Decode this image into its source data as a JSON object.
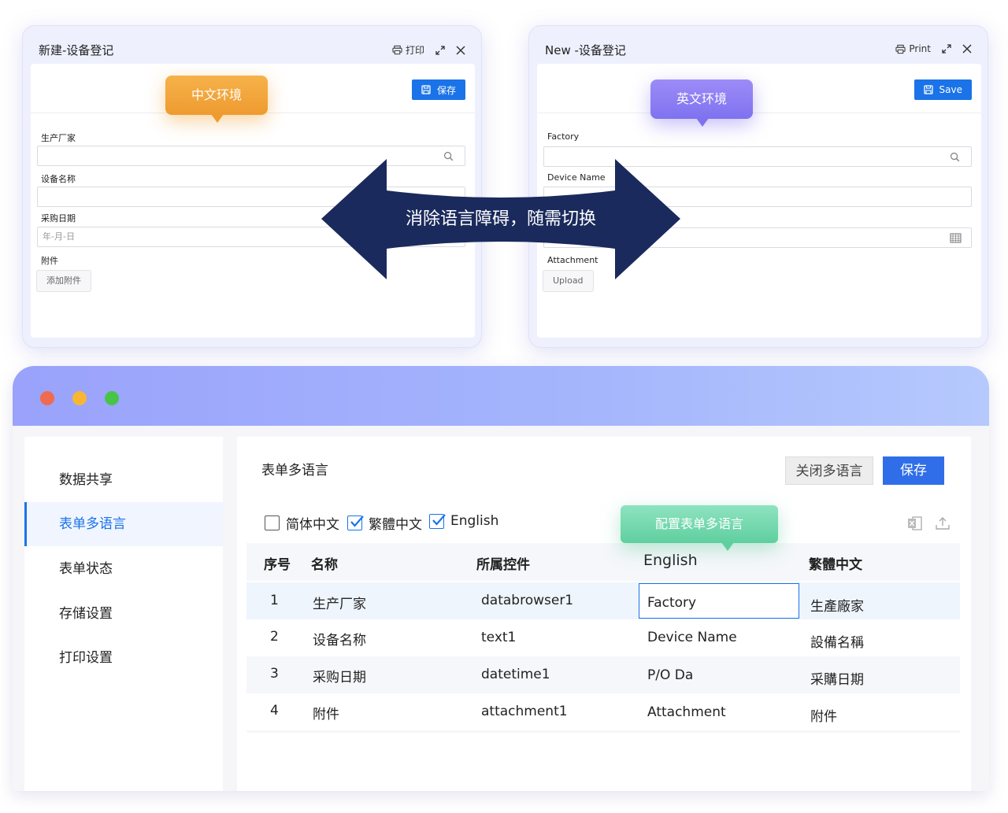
{
  "cn_dialog": {
    "title": "新建-设备登记",
    "print": "打印",
    "save": "保存",
    "tag": "中文环境",
    "fields": [
      "生产厂家",
      "设备名称",
      "采购日期",
      "附件"
    ],
    "date_placeholder": "年-月-日",
    "upload": "添加附件"
  },
  "en_dialog": {
    "title": "New -设备登记",
    "print": "Print",
    "save": "Save",
    "tag": "英文环境",
    "fields": [
      "Factory",
      "Device Name",
      "Attachment"
    ],
    "upload": "Upload"
  },
  "arrow_text": "消除语言障碍，随需切换",
  "sidebar": {
    "items": [
      "数据共享",
      "表单多语言",
      "表单状态",
      "存储设置",
      "打印设置"
    ],
    "active_index": 1
  },
  "panel": {
    "title": "表单多语言",
    "close_button": "关闭多语言",
    "save_button": "保存",
    "languages": [
      {
        "label": "简体中文",
        "checked": false
      },
      {
        "label": "繁體中文",
        "checked": true
      },
      {
        "label": "English",
        "checked": true
      }
    ],
    "tooltip": "配置表单多语言",
    "headers": [
      "序号",
      "名称",
      "所属控件",
      "English",
      "繁體中文"
    ],
    "rows": [
      [
        "1",
        "生产厂家",
        "databrowser1",
        "Factory",
        "生產廠家"
      ],
      [
        "2",
        "设备名称",
        "text1",
        "Device Name",
        "設備名稱"
      ],
      [
        "3",
        "采购日期",
        "datetime1",
        "P/O Da",
        "采購日期"
      ],
      [
        "4",
        "附件",
        "attachment1",
        "Attachment",
        "附件"
      ]
    ]
  },
  "colors": {
    "primary": "#1a73e8",
    "arrow": "#1b2a5c",
    "tag_orange": "#f0a236",
    "tag_purple": "#8c7cf4",
    "tag_green": "#6fd8ad",
    "window_dots": [
      "#ee6b4f",
      "#f7b733",
      "#48c448"
    ]
  }
}
